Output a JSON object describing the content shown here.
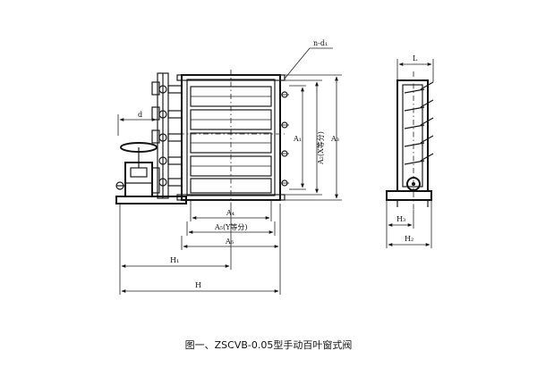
{
  "caption": "图一、ZSCVB-0.05型手动百叶窗式阀",
  "labels": {
    "n_d1": "n-d₁",
    "d": "d",
    "L": "L",
    "A1": "A₁",
    "A2": "A₂(X等分)",
    "A3": "A₃",
    "A4": "A₄",
    "A5": "A₅(Y等分)",
    "A6": "A₆",
    "H1": "H₁",
    "H": "H",
    "H3": "H₃",
    "H2": "H₂"
  }
}
